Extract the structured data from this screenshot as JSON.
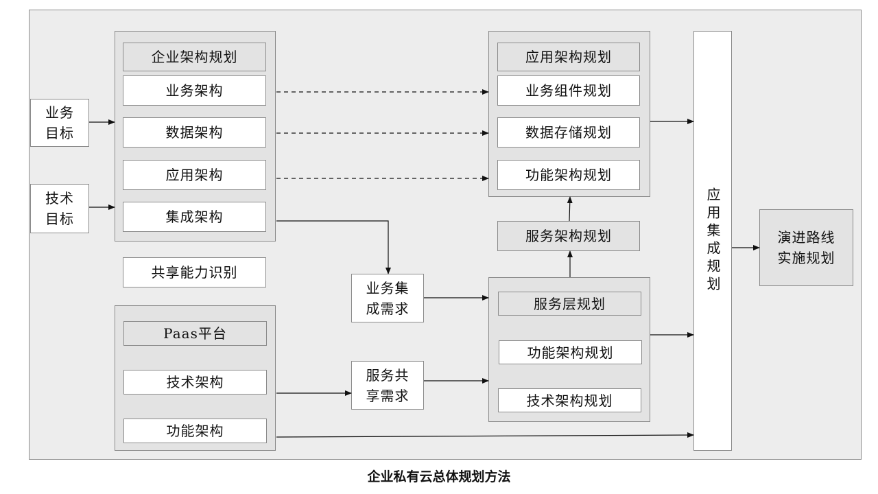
{
  "goals": {
    "business_goal": "业务\n目标",
    "tech_goal": "技术\n目标"
  },
  "enterprise_arch": {
    "title": "企业架构规划",
    "items": [
      "业务架构",
      "数据架构",
      "应用架构",
      "集成架构"
    ]
  },
  "shared_capability": "共享能力识别",
  "paas": {
    "title": "Paas平台",
    "items": [
      "技术架构",
      "功能架构"
    ]
  },
  "requirements": {
    "business_integration": "业务集\n成需求",
    "service_sharing": "服务共\n享需求"
  },
  "app_arch_plan": {
    "title": "应用架构规划",
    "items": [
      "业务组件规划",
      "数据存储规划",
      "功能架构规划"
    ]
  },
  "service_arch_plan": "服务架构规划",
  "service_layer": {
    "title": "服务层规划",
    "items": [
      "功能架构规划",
      "技术架构规划"
    ]
  },
  "app_integration": "应用集成规划",
  "roadmap": "演进路线\n实施规划",
  "caption": "企业私有云总体规划方法"
}
